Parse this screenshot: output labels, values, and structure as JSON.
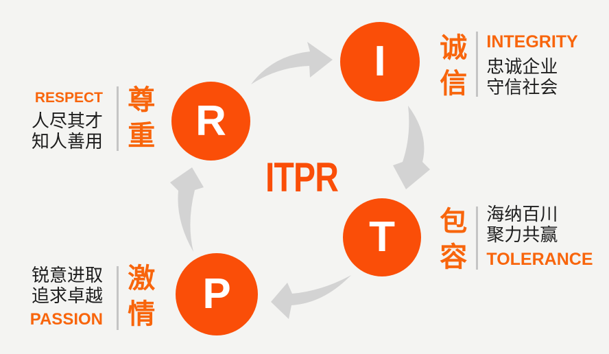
{
  "title": "ITPR corporate values cycle diagram",
  "center_title": "ITPR",
  "colors": {
    "background": "#f4f4f2",
    "circle_orange": "#fa4e08",
    "text_orange": "#f8650c",
    "arrow_gray": "#d3d3d3",
    "divider_gray": "#c4c4c4",
    "text_dark": "#1d1d1d",
    "letter_white": "#ffffff"
  },
  "nodes": {
    "integrity": {
      "letter": "I",
      "cn": "诚信",
      "en": "INTEGRITY",
      "line1": "忠诚企业",
      "line2": "守信社会"
    },
    "tolerance": {
      "letter": "T",
      "cn": "包容",
      "en": "TOLERANCE",
      "line1": "海纳百川",
      "line2": "聚力共赢"
    },
    "passion": {
      "letter": "P",
      "cn": "激情",
      "en": "PASSION",
      "line1": "锐意进取",
      "line2": "追求卓越"
    },
    "respect": {
      "letter": "R",
      "cn": "尊重",
      "en": "RESPECT",
      "line1": "人尽其才",
      "line2": "知人善用"
    }
  },
  "arrows": [
    {
      "name": "arrow-r-to-i",
      "from": "R",
      "to": "I"
    },
    {
      "name": "arrow-i-to-t",
      "from": "I",
      "to": "T"
    },
    {
      "name": "arrow-t-to-p",
      "from": "T",
      "to": "P"
    },
    {
      "name": "arrow-p-to-r",
      "from": "P",
      "to": "R"
    }
  ]
}
